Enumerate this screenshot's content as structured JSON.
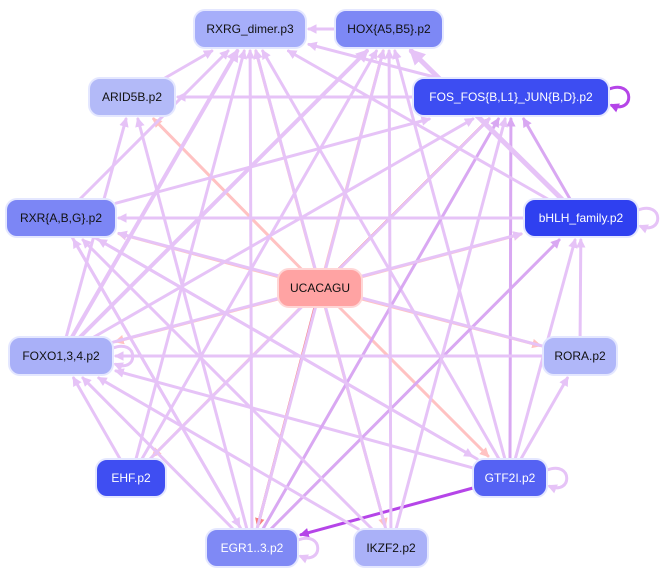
{
  "colors": {
    "background": "#ffffff",
    "center_fill": "#ffa3a3",
    "center_stroke": "#ffd6d6",
    "edge_light_violet": "#e6c3f7",
    "edge_violet": "#d9a8f2",
    "edge_pink": "#ffc2c2",
    "edge_red": "#f78181",
    "edge_purple_strong": "#b545e8"
  },
  "nodes": [
    {
      "id": "rxrg",
      "label": "RXRG_dimer.p3",
      "fill": "#a6aefa",
      "text": "#111111"
    },
    {
      "id": "hox",
      "label": "HOX{A5,B5}.p2",
      "fill": "#7d88f5",
      "text": "#111111"
    },
    {
      "id": "arid5b",
      "label": "ARID5B.p2",
      "fill": "#b3baf8",
      "text": "#111111"
    },
    {
      "id": "fos",
      "label": "FOS_FOS{B,L1}_JUN{B,D}.p2",
      "fill": "#3d4df2",
      "text": "#ffffff"
    },
    {
      "id": "rxr",
      "label": "RXR{A,B,G}.p2",
      "fill": "#7c86f5",
      "text": "#111111"
    },
    {
      "id": "bhlh",
      "label": "bHLH_family.p2",
      "fill": "#2f40f0",
      "text": "#ffffff"
    },
    {
      "id": "center",
      "label": "UCACAGU",
      "fill": "#ffa3a3",
      "text": "#111111"
    },
    {
      "id": "foxo",
      "label": "FOXO1,3,4.p2",
      "fill": "#a9b0f8",
      "text": "#111111"
    },
    {
      "id": "rora",
      "label": "RORA.p2",
      "fill": "#b0b7f9",
      "text": "#111111"
    },
    {
      "id": "ehf",
      "label": "EHF.p2",
      "fill": "#3f4ef2",
      "text": "#ffffff"
    },
    {
      "id": "gtf2i",
      "label": "GTF2I.p2",
      "fill": "#5562f3",
      "text": "#ffffff"
    },
    {
      "id": "egr",
      "label": "EGR1..3.p2",
      "fill": "#7f89f5",
      "text": "#ffffff"
    },
    {
      "id": "ikzf2",
      "label": "IKZF2.p2",
      "fill": "#aab1f8",
      "text": "#111111"
    }
  ],
  "edges": [
    {
      "from": "center",
      "to": "fos",
      "color": "edge_red",
      "width": 3
    },
    {
      "from": "center",
      "to": "egr",
      "color": "edge_red",
      "width": 3
    },
    {
      "from": "center",
      "to": "ehf",
      "color": "edge_pink",
      "width": 3
    },
    {
      "from": "center",
      "to": "arid5b",
      "color": "edge_pink",
      "width": 3
    },
    {
      "from": "center",
      "to": "rxrg",
      "color": "edge_pink",
      "width": 3
    },
    {
      "from": "center",
      "to": "hox",
      "color": "edge_pink",
      "width": 3
    },
    {
      "from": "center",
      "to": "rxr",
      "color": "edge_pink",
      "width": 3
    },
    {
      "from": "center",
      "to": "foxo",
      "color": "edge_pink",
      "width": 3
    },
    {
      "from": "center",
      "to": "bhlh",
      "color": "edge_pink",
      "width": 3
    },
    {
      "from": "center",
      "to": "rora",
      "color": "edge_pink",
      "width": 3
    },
    {
      "from": "center",
      "to": "gtf2i",
      "color": "edge_pink",
      "width": 3
    },
    {
      "from": "center",
      "to": "ikzf2",
      "color": "edge_pink",
      "width": 3
    },
    {
      "from": "gtf2i",
      "to": "egr",
      "color": "edge_purple_strong",
      "width": 3
    },
    {
      "from": "gtf2i",
      "to": "fos",
      "color": "edge_violet",
      "width": 3
    },
    {
      "from": "gtf2i",
      "to": "bhlh",
      "color": "edge_light_violet",
      "width": 3
    },
    {
      "from": "gtf2i",
      "to": "rora",
      "color": "edge_light_violet",
      "width": 3
    },
    {
      "from": "gtf2i",
      "to": "hox",
      "color": "edge_light_violet",
      "width": 3
    },
    {
      "from": "gtf2i",
      "to": "rxrg",
      "color": "edge_light_violet",
      "width": 3
    },
    {
      "from": "gtf2i",
      "to": "foxo",
      "color": "edge_light_violet",
      "width": 3
    },
    {
      "from": "gtf2i",
      "to": "rxr",
      "color": "edge_light_violet",
      "width": 3
    },
    {
      "from": "egr",
      "to": "bhlh",
      "color": "edge_violet",
      "width": 3
    },
    {
      "from": "egr",
      "to": "fos",
      "color": "edge_violet",
      "width": 3
    },
    {
      "from": "egr",
      "to": "hox",
      "color": "edge_light_violet",
      "width": 3
    },
    {
      "from": "egr",
      "to": "rxrg",
      "color": "edge_light_violet",
      "width": 3
    },
    {
      "from": "egr",
      "to": "foxo",
      "color": "edge_light_violet",
      "width": 3
    },
    {
      "from": "egr",
      "to": "rxr",
      "color": "edge_light_violet",
      "width": 3
    },
    {
      "from": "egr",
      "to": "arid5b",
      "color": "edge_light_violet",
      "width": 3
    },
    {
      "from": "ikzf2",
      "to": "fos",
      "color": "edge_light_violet",
      "width": 3
    },
    {
      "from": "ikzf2",
      "to": "hox",
      "color": "edge_light_violet",
      "width": 3
    },
    {
      "from": "ikzf2",
      "to": "rxrg",
      "color": "edge_light_violet",
      "width": 3
    },
    {
      "from": "ikzf2",
      "to": "foxo",
      "color": "edge_light_violet",
      "width": 3
    },
    {
      "from": "ikzf2",
      "to": "rxr",
      "color": "edge_light_violet",
      "width": 3
    },
    {
      "from": "ehf",
      "to": "fos",
      "color": "edge_light_violet",
      "width": 3
    },
    {
      "from": "ehf",
      "to": "rxrg",
      "color": "edge_light_violet",
      "width": 3
    },
    {
      "from": "ehf",
      "to": "hox",
      "color": "edge_light_violet",
      "width": 3
    },
    {
      "from": "ehf",
      "to": "foxo",
      "color": "edge_light_violet",
      "width": 3
    },
    {
      "from": "foxo",
      "to": "hox",
      "color": "edge_light_violet",
      "width": 4
    },
    {
      "from": "foxo",
      "to": "rxrg",
      "color": "edge_light_violet",
      "width": 4
    },
    {
      "from": "foxo",
      "to": "fos",
      "color": "edge_light_violet",
      "width": 3
    },
    {
      "from": "foxo",
      "to": "bhlh",
      "color": "edge_light_violet",
      "width": 3
    },
    {
      "from": "foxo",
      "to": "arid5b",
      "color": "edge_light_violet",
      "width": 3
    },
    {
      "from": "rora",
      "to": "rxr",
      "color": "edge_light_violet",
      "width": 3
    },
    {
      "from": "rora",
      "to": "bhlh",
      "color": "edge_light_violet",
      "width": 3
    },
    {
      "from": "rora",
      "to": "foxo",
      "color": "edge_light_violet",
      "width": 3
    },
    {
      "from": "bhlh",
      "to": "rxr",
      "color": "edge_light_violet",
      "width": 3
    },
    {
      "from": "bhlh",
      "to": "fos",
      "color": "edge_violet",
      "width": 3
    },
    {
      "from": "bhlh",
      "to": "hox",
      "color": "edge_light_violet",
      "width": 5
    },
    {
      "from": "bhlh",
      "to": "rxrg",
      "color": "edge_light_violet",
      "width": 3
    },
    {
      "from": "rxr",
      "to": "fos",
      "color": "edge_light_violet",
      "width": 3
    },
    {
      "from": "rxr",
      "to": "rxrg",
      "color": "edge_light_violet",
      "width": 3
    },
    {
      "from": "rxr",
      "to": "egr",
      "color": "edge_light_violet",
      "width": 3
    },
    {
      "from": "rxr",
      "to": "gtf2i",
      "color": "edge_light_violet",
      "width": 3
    },
    {
      "from": "fos",
      "to": "arid5b",
      "color": "edge_light_violet",
      "width": 3
    },
    {
      "from": "fos",
      "to": "rxrg",
      "color": "edge_light_violet",
      "width": 3
    },
    {
      "from": "hox",
      "to": "rxrg",
      "color": "edge_light_violet",
      "width": 3
    },
    {
      "from": "arid5b",
      "to": "rxrg",
      "color": "edge_light_violet",
      "width": 3
    }
  ],
  "self_loops": [
    {
      "node": "fos",
      "color": "edge_purple_strong"
    },
    {
      "node": "bhlh",
      "color": "edge_light_violet"
    },
    {
      "node": "foxo",
      "color": "edge_light_violet"
    },
    {
      "node": "gtf2i",
      "color": "edge_light_violet"
    },
    {
      "node": "egr",
      "color": "edge_light_violet"
    }
  ]
}
